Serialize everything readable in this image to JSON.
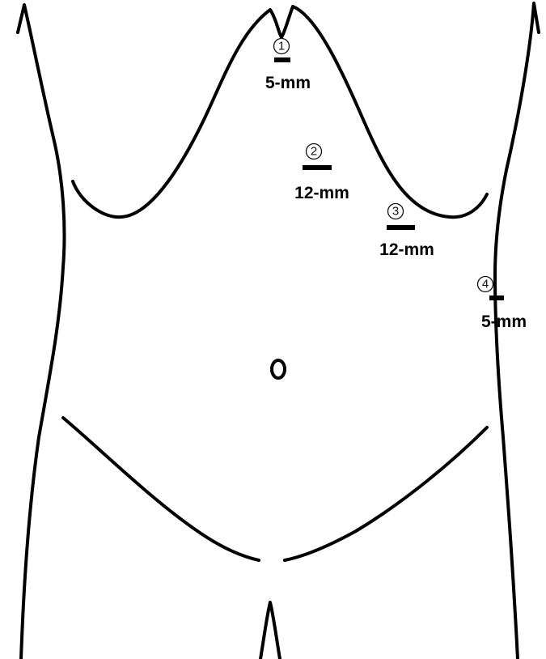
{
  "ports": [
    {
      "number": "1",
      "size": "5-mm"
    },
    {
      "number": "2",
      "size": "12-mm"
    },
    {
      "number": "3",
      "size": "12-mm"
    },
    {
      "number": "4",
      "size": "5-mm"
    }
  ]
}
